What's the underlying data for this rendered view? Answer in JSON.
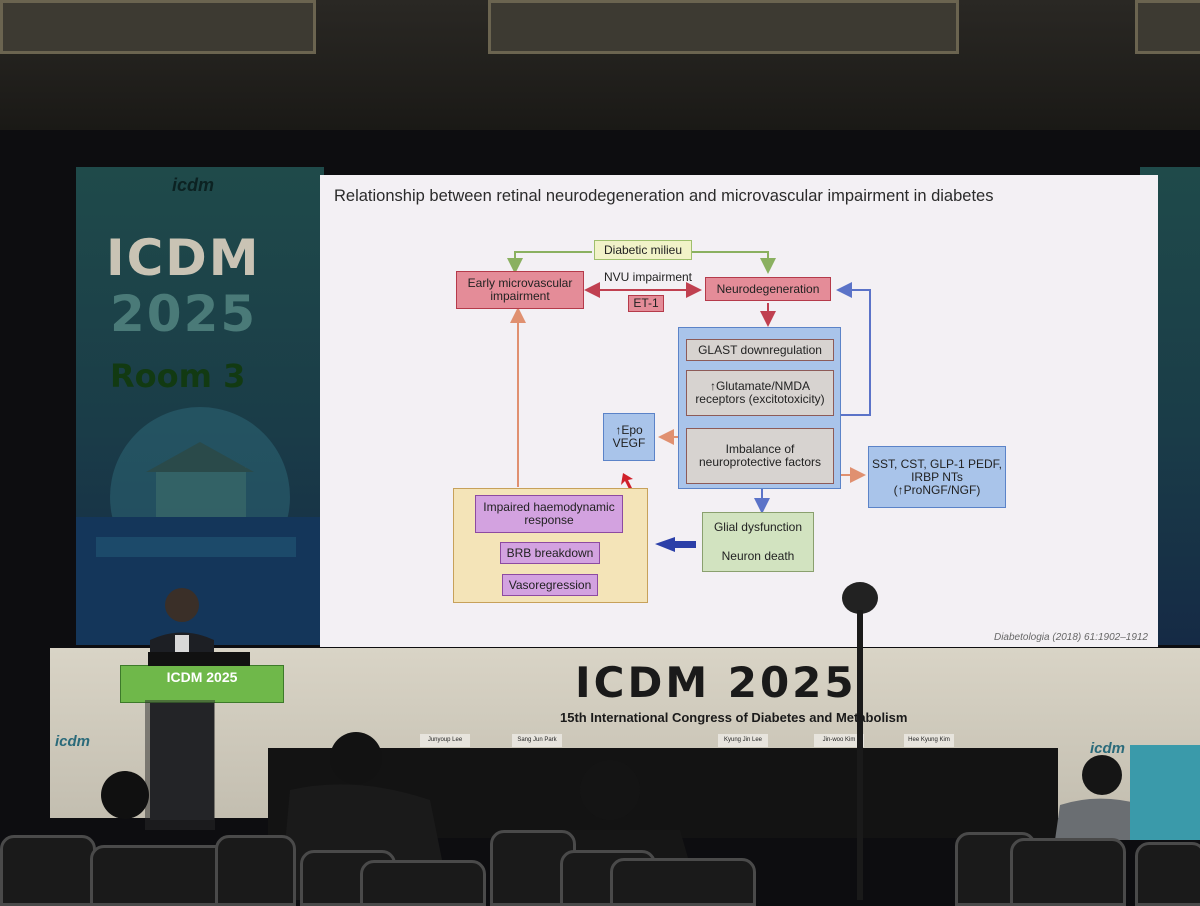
{
  "banner_left": {
    "brand": "icdm",
    "line1": "ICDM",
    "line2": "2025",
    "room": "Room 3"
  },
  "slide": {
    "title": "Relationship between retinal neurodegeneration and microvascular impairment in diabetes",
    "nodes": {
      "diabetic_milieu": "Diabetic milieu",
      "early_micro": "Early microvascular impairment",
      "nvu": "NVU impairment",
      "et1": "ET-1",
      "neurodegeneration": "Neurodegeneration",
      "glast": "GLAST downregulation",
      "glutamate": "↑Glutamate/NMDA receptors (excitotoxicity)",
      "imbalance": "Imbalance of neuroprotective factors",
      "epo": "↑Epo VEGF",
      "sst": "SST, CST, GLP-1 PEDF, IRBP NTs (↑ProNGF/NGF)",
      "haemodynamic": "Impaired haemodynamic response",
      "brb": "BRB breakdown",
      "vasoregression": "Vasoregression",
      "glial": "Glial dysfunction",
      "neuron_death": "Neuron death"
    },
    "citation": "Diabetologia (2018) 61:1902–1912"
  },
  "stage": {
    "logo": "ICDM 2025",
    "subtitle": "15th International Congress of Diabetes and Metabolism",
    "podium_sign": "ICDM 2025",
    "side_brand": "icdm",
    "nameplates": [
      "Junyoup Lee",
      "Sang Jun Park",
      "Kyung Jin Lee",
      "Jin-woo Kim",
      "Hee Kyung Kim"
    ]
  },
  "colors": {
    "screen_bg": "#f3f0f4",
    "banner": "#1f4a4a",
    "podium": "#6fb84a"
  }
}
